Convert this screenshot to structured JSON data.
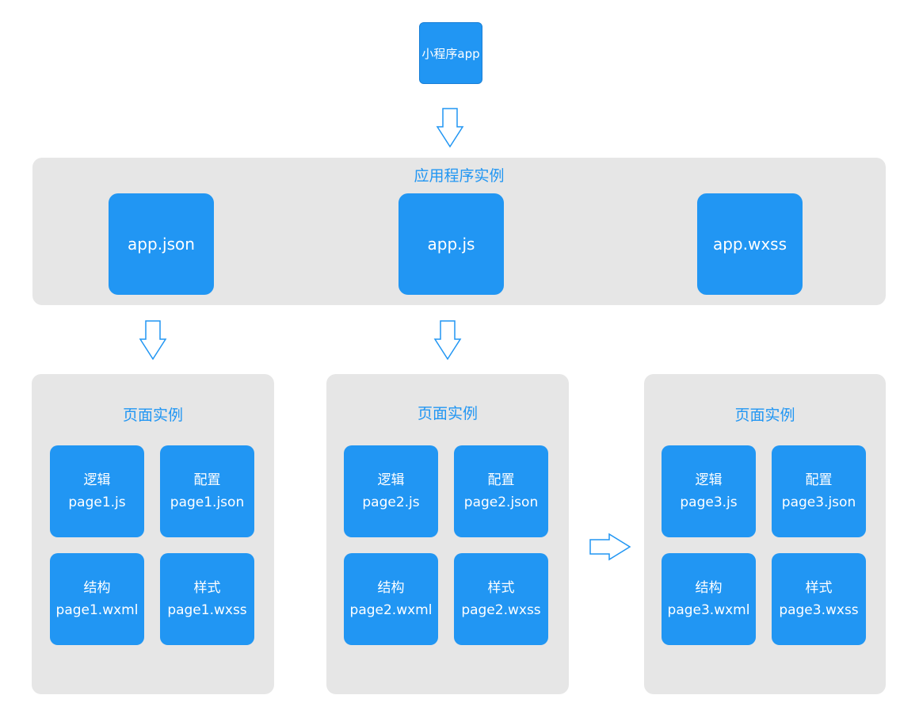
{
  "top": {
    "label": "小程序app"
  },
  "app_instance": {
    "title": "应用程序实例",
    "files": [
      "app.json",
      "app.js",
      "app.wxss"
    ]
  },
  "pages": [
    {
      "title": "页面实例",
      "tiles": [
        {
          "role": "逻辑",
          "file": "page1.js"
        },
        {
          "role": "配置",
          "file": "page1.json"
        },
        {
          "role": "结构",
          "file": "page1.wxml"
        },
        {
          "role": "样式",
          "file": "page1.wxss"
        }
      ]
    },
    {
      "title": "页面实例",
      "tiles": [
        {
          "role": "逻辑",
          "file": "page2.js"
        },
        {
          "role": "配置",
          "file": "page2.json"
        },
        {
          "role": "结构",
          "file": "page2.wxml"
        },
        {
          "role": "样式",
          "file": "page2.wxss"
        }
      ]
    },
    {
      "title": "页面实例",
      "tiles": [
        {
          "role": "逻辑",
          "file": "page3.js"
        },
        {
          "role": "配置",
          "file": "page3.json"
        },
        {
          "role": "结构",
          "file": "page3.wxml"
        },
        {
          "role": "样式",
          "file": "page3.wxss"
        }
      ]
    }
  ],
  "colors": {
    "accent": "#2196f3",
    "panel": "#e6e6e6"
  }
}
